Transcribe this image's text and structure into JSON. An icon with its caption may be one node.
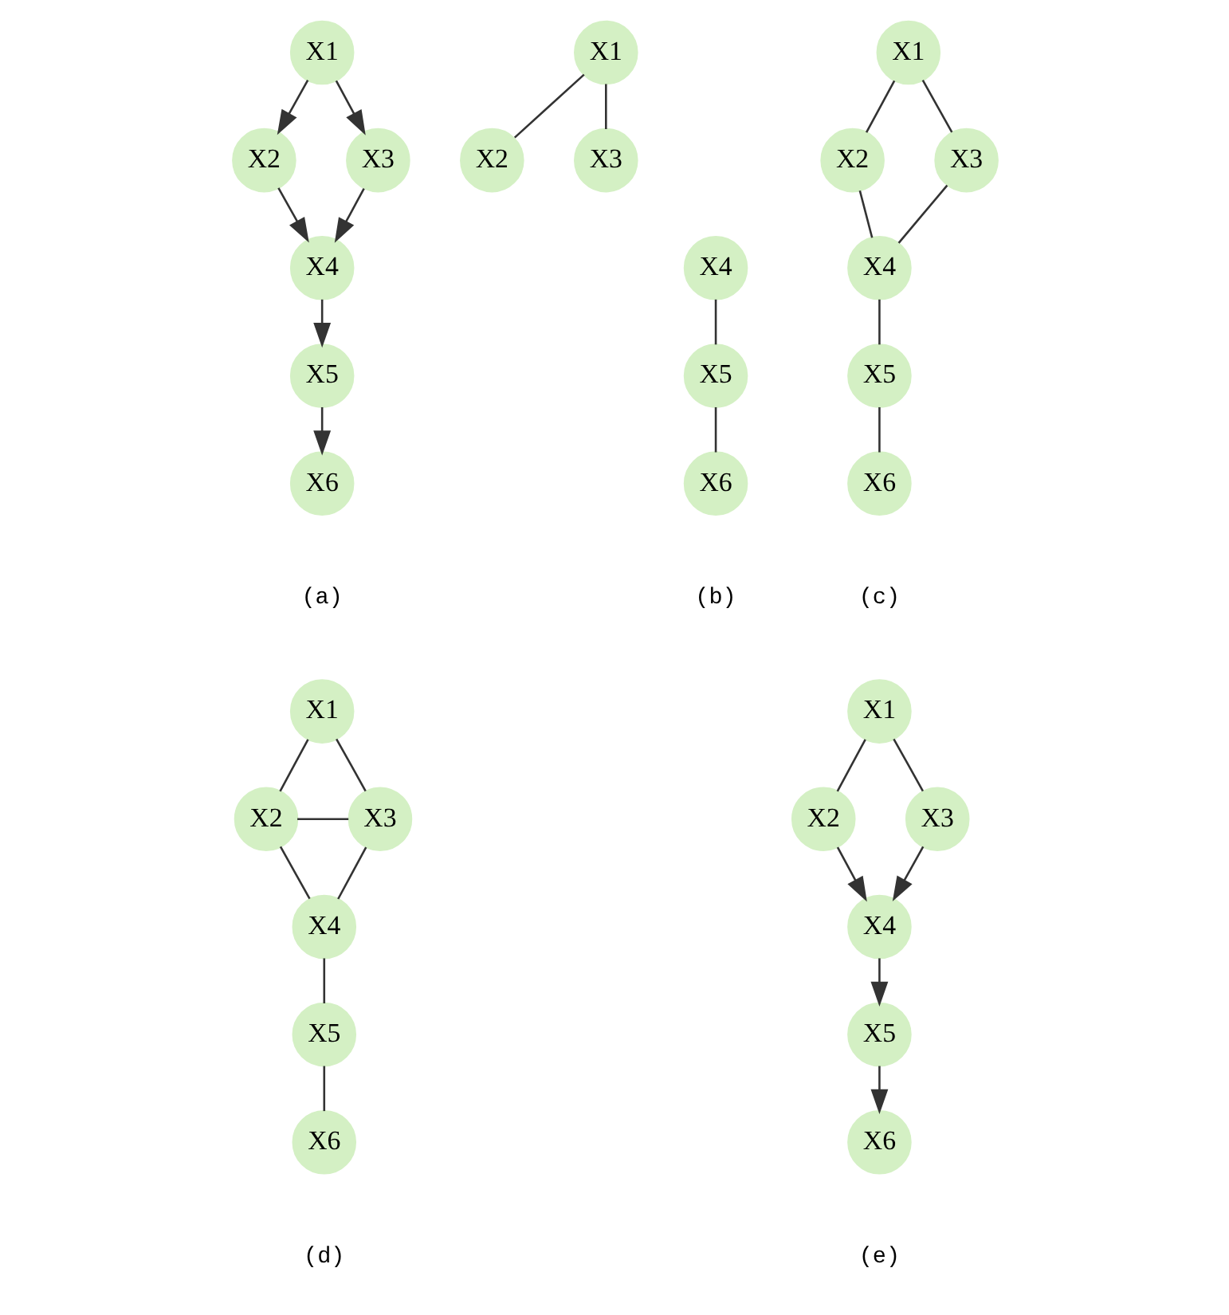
{
  "diagram": {
    "nodes": [
      {
        "text": [
          "X1"
        ]
      },
      {
        "text": [
          "X2"
        ]
      },
      {
        "text": [
          "X3"
        ]
      },
      {
        "text": [
          "X4"
        ]
      },
      {
        "text": [
          "X5"
        ]
      },
      {
        "text": [
          "X6"
        ]
      },
      {
        "text": [
          "X1"
        ]
      },
      {
        "text": [
          "X2"
        ]
      },
      {
        "text": [
          "X3"
        ]
      },
      {
        "text": [
          "X4"
        ]
      },
      {
        "text": [
          "X5"
        ]
      },
      {
        "text": [
          "X6"
        ]
      },
      {
        "text": [
          "X1"
        ]
      },
      {
        "text": [
          "X2"
        ]
      },
      {
        "text": [
          "X3"
        ]
      },
      {
        "text": [
          "X4"
        ]
      },
      {
        "text": [
          "X5"
        ]
      },
      {
        "text": [
          "X6"
        ]
      },
      {
        "text": [
          "X1"
        ]
      },
      {
        "text": [
          "X2"
        ]
      },
      {
        "text": [
          "X3"
        ]
      },
      {
        "text": [
          "X4"
        ]
      },
      {
        "text": [
          "X5"
        ]
      },
      {
        "text": [
          "X6"
        ]
      },
      {
        "text": [
          "X1"
        ]
      },
      {
        "text": [
          "X2"
        ]
      },
      {
        "text": [
          "X3"
        ]
      },
      {
        "text": [
          "X4"
        ]
      },
      {
        "text": [
          "X5"
        ]
      },
      {
        "text": [
          "X6"
        ]
      }
    ],
    "edges": [
      {
        "from": 0,
        "to": 1,
        "arrow": "to"
      },
      {
        "from": 0,
        "to": 2,
        "arrow": "to"
      },
      {
        "from": 1,
        "to": 3,
        "arrow": "to"
      },
      {
        "from": 2,
        "to": 3,
        "arrow": "to"
      },
      {
        "from": 3,
        "to": 4,
        "arrow": "to"
      },
      {
        "from": 4,
        "to": 5,
        "arrow": "to"
      },
      {
        "from": 6,
        "to": 7,
        "arrow": "none"
      },
      {
        "from": 6,
        "to": 8,
        "arrow": "none"
      },
      {
        "from": 9,
        "to": 10,
        "arrow": "none"
      },
      {
        "from": 10,
        "to": 11,
        "arrow": "none"
      },
      {
        "from": 12,
        "to": 13,
        "arrow": "none"
      },
      {
        "from": 12,
        "to": 14,
        "arrow": "none"
      },
      {
        "from": 13,
        "to": 15,
        "arrow": "none"
      },
      {
        "from": 14,
        "to": 15,
        "arrow": "none"
      },
      {
        "from": 15,
        "to": 16,
        "arrow": "none"
      },
      {
        "from": 16,
        "to": 17,
        "arrow": "none"
      },
      {
        "from": 18,
        "to": 19,
        "arrow": "none"
      },
      {
        "from": 18,
        "to": 20,
        "arrow": "none"
      },
      {
        "from": 19,
        "to": 20,
        "arrow": "none"
      },
      {
        "from": 19,
        "to": 21,
        "arrow": "none"
      },
      {
        "from": 20,
        "to": 21,
        "arrow": "none"
      },
      {
        "from": 21,
        "to": 22,
        "arrow": "none"
      },
      {
        "from": 22,
        "to": 23,
        "arrow": "none"
      },
      {
        "from": 24,
        "to": 25,
        "arrow": "none"
      },
      {
        "from": 24,
        "to": 26,
        "arrow": "none"
      },
      {
        "from": 25,
        "to": 27,
        "arrow": "to"
      },
      {
        "from": 26,
        "to": 27,
        "arrow": "to"
      },
      {
        "from": 27,
        "to": 28,
        "arrow": "to"
      },
      {
        "from": 28,
        "to": 29,
        "arrow": "to"
      }
    ],
    "labels": [
      "(a)",
      "(b)",
      "(c)",
      "(d)",
      "(e)"
    ]
  }
}
